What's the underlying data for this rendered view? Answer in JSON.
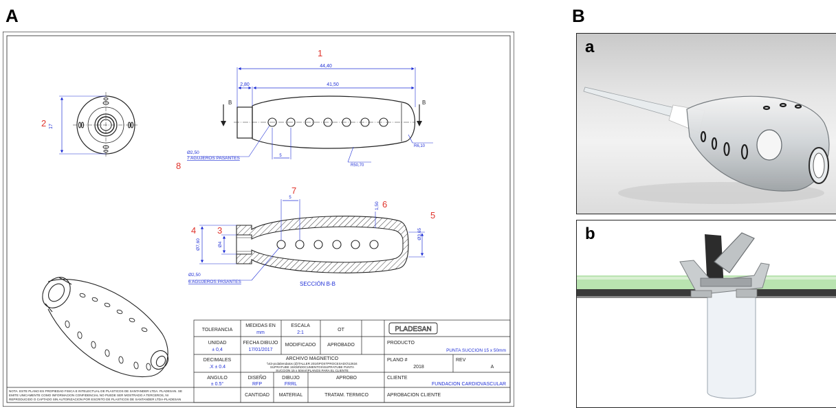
{
  "panels": {
    "a_label": "A",
    "b_label": "B",
    "photo_a_label": "a",
    "photo_b_label": "b"
  },
  "callouts": {
    "c1": "1",
    "c2": "2",
    "c3": "3",
    "c4": "4",
    "c5": "5",
    "c6": "6",
    "c7": "7",
    "c8": "8"
  },
  "dims": {
    "overall": "44,40",
    "left": "2,80",
    "body": "41,50",
    "height": "17",
    "radius_tip": "R6,10",
    "radius_body": "R50,70",
    "hole_spacing_top": "5",
    "hole_spacing_sec": "5",
    "wall": "1,50",
    "tip_dia": "Ø3,65",
    "outer_dia": "Ø7,60",
    "inner_dia": "Ø4",
    "hole_dia_top": "Ø2,50",
    "holes_top": "7 AGUJEROS PASANTES",
    "hole_dia_sec": "Ø2,50",
    "holes_sec": "6 AGUJEROS PASANTES",
    "section_mark": "B",
    "section_title": "SECCIÓN B-B"
  },
  "title_block": {
    "tolerancia": "TOLERANCIA",
    "medidas_en": "MEDIDAS EN",
    "medidas_val": "mm",
    "escala": "ESCALA",
    "escala_val": "2:1",
    "ot": "OT",
    "logo": "PLADESAN",
    "unidad": "UNIDAD",
    "unidad_val": "± 0,4",
    "fecha_dibujo": "FECHA DIBUJO",
    "fecha_val": "17/01/2017",
    "modificado": "MODIFICADO",
    "aprobado": "APROBADO",
    "producto": "PRODUCTO",
    "producto_val": "PUNTA SUCCION 15 x 50mm",
    "decimales": "DECIMALES",
    "decimales_val": ".X ± 0.4",
    "archivo": "ARCHIVO MAGNETICO",
    "archivo_path1": "\\\\43-pcdaliendatos (d)\\TALLER 2016\\POSTPROCESADO\\12634",
    "archivo_path2": "SUPRATUBE 15X50\\DOCUMENTOS\\SUPRATUBE PUNTA",
    "archivo_path3": "SUCCION 15 x 50mm\\PLANOS PARA EL CLIENTE",
    "plano": "PLANO #",
    "plano_val": "2018",
    "rev": "REV",
    "rev_val": "A",
    "angulo": "ANGULO",
    "angulo_val": "± 0.5°",
    "diseno": "DISEÑO",
    "diseno_val": "RFP",
    "dibujo": "DIBUJO",
    "dibujo_val": "FRRL",
    "aprobo": "APROBO",
    "cliente": "CLIENTE",
    "cliente_val": "FUNDACION CARDIOVASCULAR",
    "cantidad": "CANTIDAD",
    "material": "MATERIAL",
    "tratam": "TRATAM. TERMICO",
    "aprobacion": "APROBACION CLIENTE",
    "nota1": "NOTA. ESTE PLANO ES PROPIEDAD FISICA E INTELECTUAL DE PLASTICOS DE SANTANDER LTDA. PLADESAN. SE",
    "nota2": "EMITE UNICAMENTE COMO INFORMACION CONFIDENCIAL NO PUEDE SER MOSTRADO A TERCEROS, NI",
    "nota3": "REPRODUCIDO O CAPTADO SIN AUTORIZACION POR ESCRITO DE PLASTICOS DE SANTANDER LTDA-PLADESAN"
  },
  "colors": {
    "dim_blue": "#1f2fd6",
    "callout_red": "#e0332b",
    "line": "#222222"
  }
}
